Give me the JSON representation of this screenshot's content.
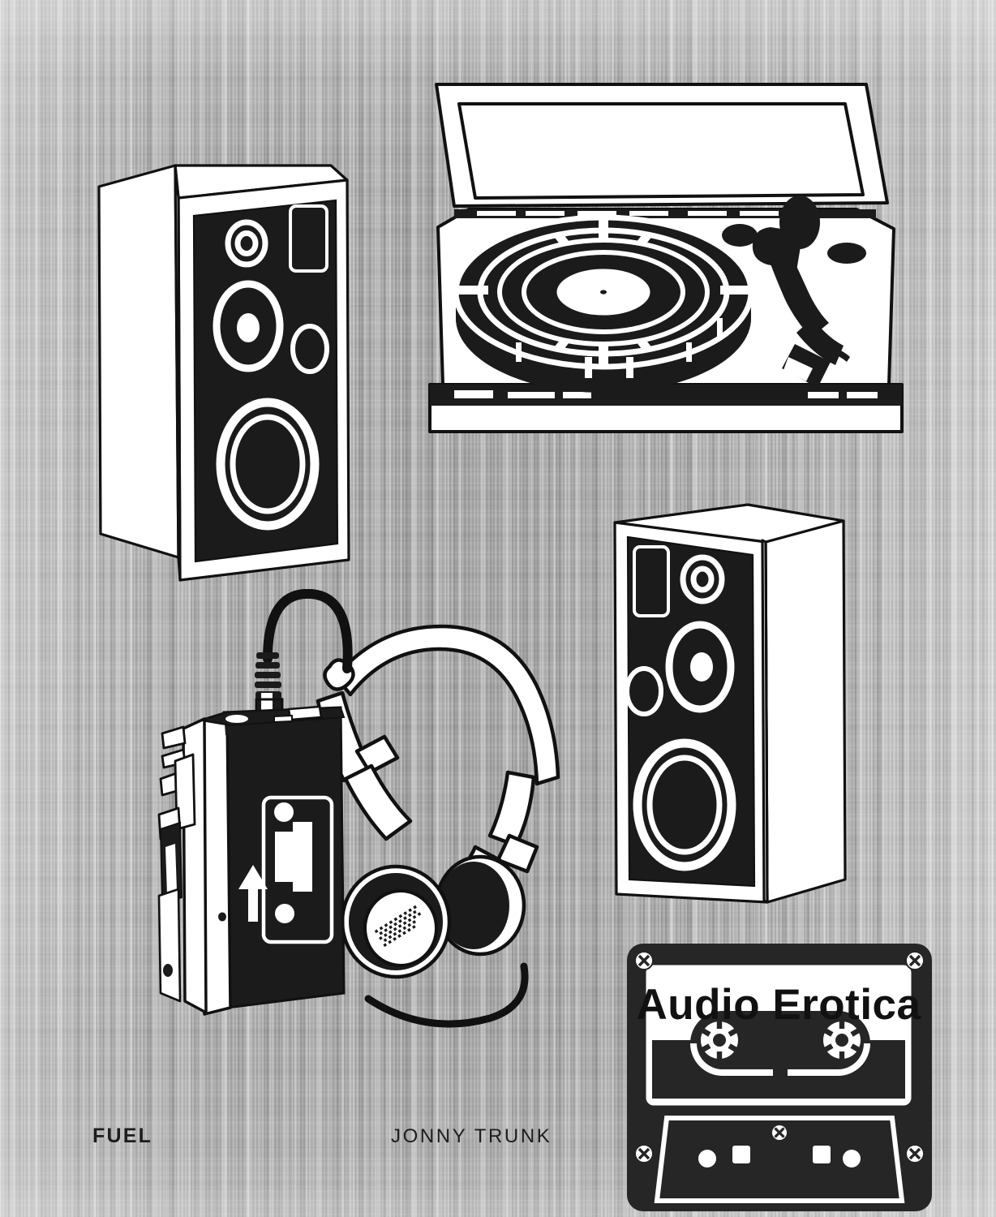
{
  "cover": {
    "title": "Audio Erotica",
    "publisher": "FUEL",
    "author": "JONNY TRUNK",
    "background_style": "brushed-metal",
    "colors": {
      "ink": "#1d1d1d",
      "paper": "#ffffff",
      "metal_light": "#d8d8d8",
      "metal_mid": "#b2b2b2",
      "metal_dark": "#a7a7a7"
    }
  },
  "illustrations": [
    {
      "id": "speaker-top-left",
      "name": "hi-fi-speaker-left",
      "label": "Hi-fi loudspeaker, three-way with tweeter, midrange, woofer and badge",
      "drivers": [
        "tweeter",
        "midrange",
        "small-driver",
        "woofer"
      ],
      "badge": "rectangular-logo-plate"
    },
    {
      "id": "turntable",
      "name": "record-turntable",
      "label": "Belt-drive turntable with open dust cover, platter, record and tonearm",
      "parts": [
        "dust-cover",
        "platter",
        "record",
        "tonearm",
        "headshell",
        "counterweight",
        "spindle",
        "control-strip"
      ]
    },
    {
      "id": "speaker-right",
      "name": "hi-fi-speaker-right",
      "label": "Hi-fi loudspeaker, mirrored orientation",
      "drivers": [
        "tweeter",
        "midrange",
        "small-driver",
        "woofer"
      ],
      "badge": "rectangular-logo-plate"
    },
    {
      "id": "walkman",
      "name": "portable-cassette-player",
      "label": "Personal stereo cassette player with headphone jack and cassette window",
      "parts": [
        "cassette-window",
        "direction-arrow",
        "side-transport-buttons",
        "headphone-jack",
        "plug-and-cable"
      ]
    },
    {
      "id": "headphones",
      "name": "on-ear-headphones",
      "label": "Lightweight on-ear headphones with sliding headband and foam ear pads",
      "parts": [
        "headband",
        "left-earcup",
        "right-earcup",
        "mesh-grille",
        "cable"
      ]
    },
    {
      "id": "cassette",
      "name": "compact-cassette",
      "label": "Compact audio cassette with printed title on the label",
      "printed_title": "Audio Erotica",
      "features": [
        "four-corner-screws",
        "centre-screw",
        "spool-hubs",
        "tape-window",
        "capstan-holes"
      ]
    }
  ]
}
